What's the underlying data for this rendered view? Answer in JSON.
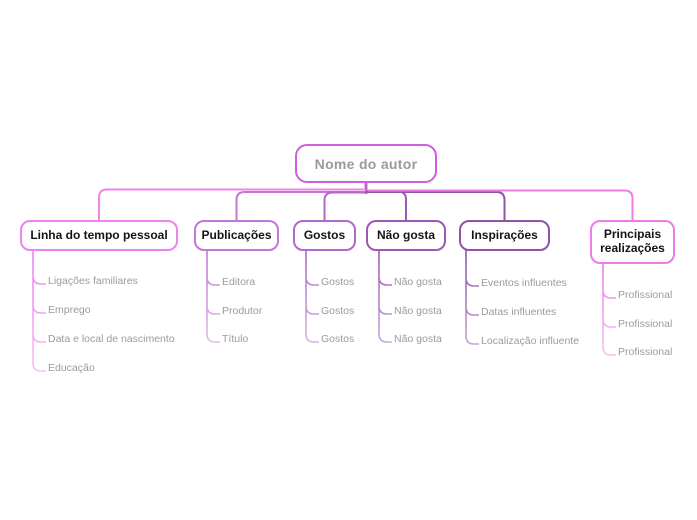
{
  "root": {
    "label": "Nome do autor",
    "color": "#d05ce0",
    "text_color": "#9a9a9a"
  },
  "colors": {
    "background": "#ffffff",
    "topic_text": "#141414",
    "child_text": "#9b9b9b"
  },
  "branches": [
    {
      "label": "Linha do tempo pessoal",
      "color": "#ee82ee",
      "line_light": "#f6c9f3",
      "children": [
        "Ligações familiares",
        "Emprego",
        "Data e local de nascimento",
        "Educação"
      ]
    },
    {
      "label": "Publicações",
      "color": "#c476d8",
      "line_light": "#e8c6ef",
      "children": [
        "Editora",
        "Produtor",
        "Título"
      ]
    },
    {
      "label": "Gostos",
      "color": "#b168cb",
      "line_light": "#dfbde9",
      "children": [
        "Gostos",
        "Gostos",
        "Gostos"
      ]
    },
    {
      "label": "Não gosta",
      "color": "#9c58b4",
      "line_light": "#d7b3e2",
      "children": [
        "Não gosta",
        "Não gosta",
        "Não gosta"
      ]
    },
    {
      "label": "Inspirações",
      "color": "#9053a8",
      "line_light": "#d1addc",
      "children": [
        "Eventos influentes",
        "Datas influentes",
        "Localização influente"
      ]
    },
    {
      "label": "Principais realizações",
      "color": "#f07ae8",
      "line_light": "#f9cdf4",
      "children": [
        "Profissional",
        "Profissional",
        "Profissional"
      ]
    }
  ]
}
